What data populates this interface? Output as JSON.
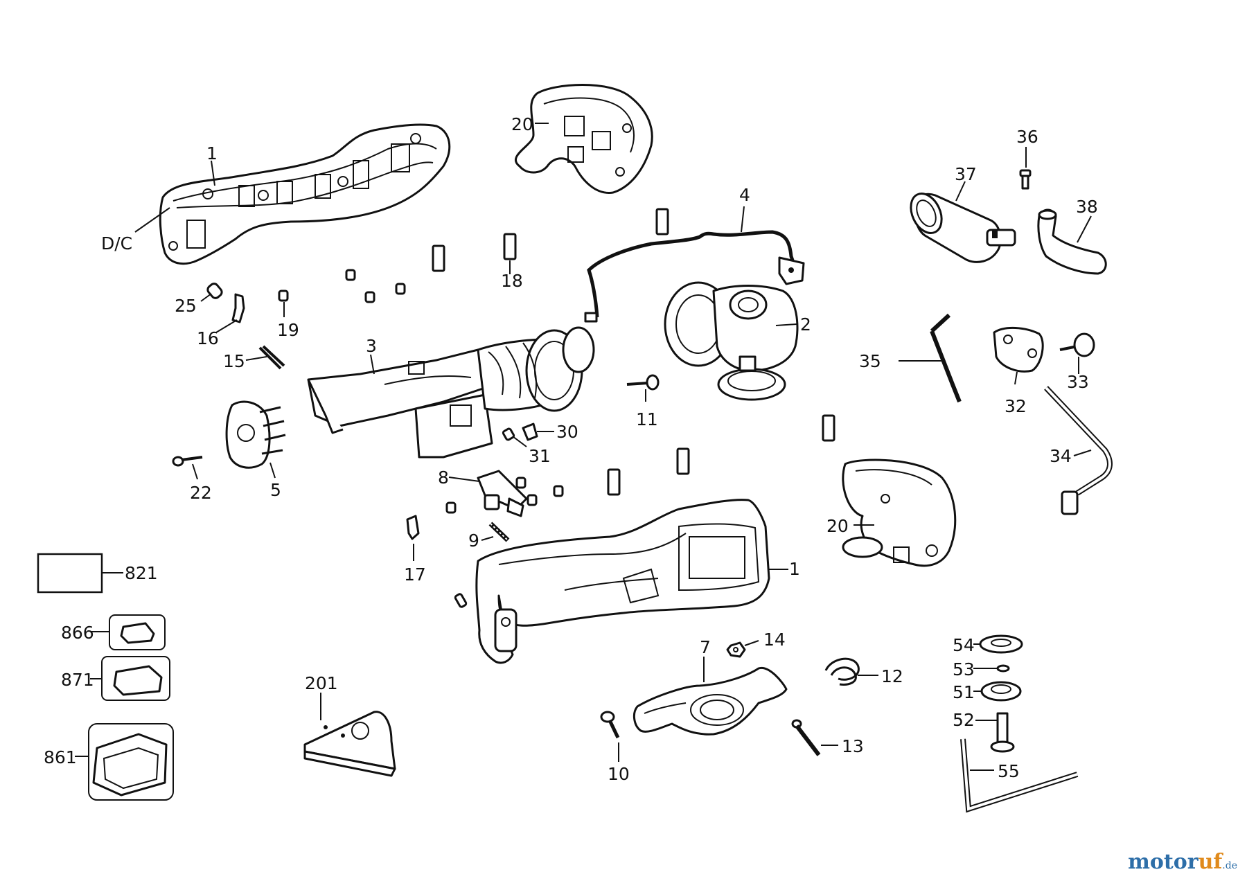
{
  "labels": {
    "p1a": "1",
    "dc": "D/C",
    "p20a": "20",
    "p36": "36",
    "p37": "37",
    "p38": "38",
    "p4": "4",
    "p18": "18",
    "p25": "25",
    "p16": "16",
    "p19": "19",
    "p2": "2",
    "p35": "35",
    "p3": "3",
    "p15": "15",
    "p33": "33",
    "p32": "32",
    "p11": "11",
    "p30": "30",
    "p31": "31",
    "p22": "22",
    "p5": "5",
    "p34": "34",
    "p8": "8",
    "p20b": "20",
    "p9": "9",
    "p821": "821",
    "p17": "17",
    "p1b": "1",
    "p866": "866",
    "p14": "14",
    "p7": "7",
    "p54": "54",
    "p53": "53",
    "p871": "871",
    "p12": "12",
    "p51": "51",
    "p201": "201",
    "p52": "52",
    "p861": "861",
    "p13": "13",
    "p55": "55",
    "p10": "10"
  },
  "watermark": {
    "main": "motor",
    "accent": "uf",
    "tld": ".de"
  }
}
